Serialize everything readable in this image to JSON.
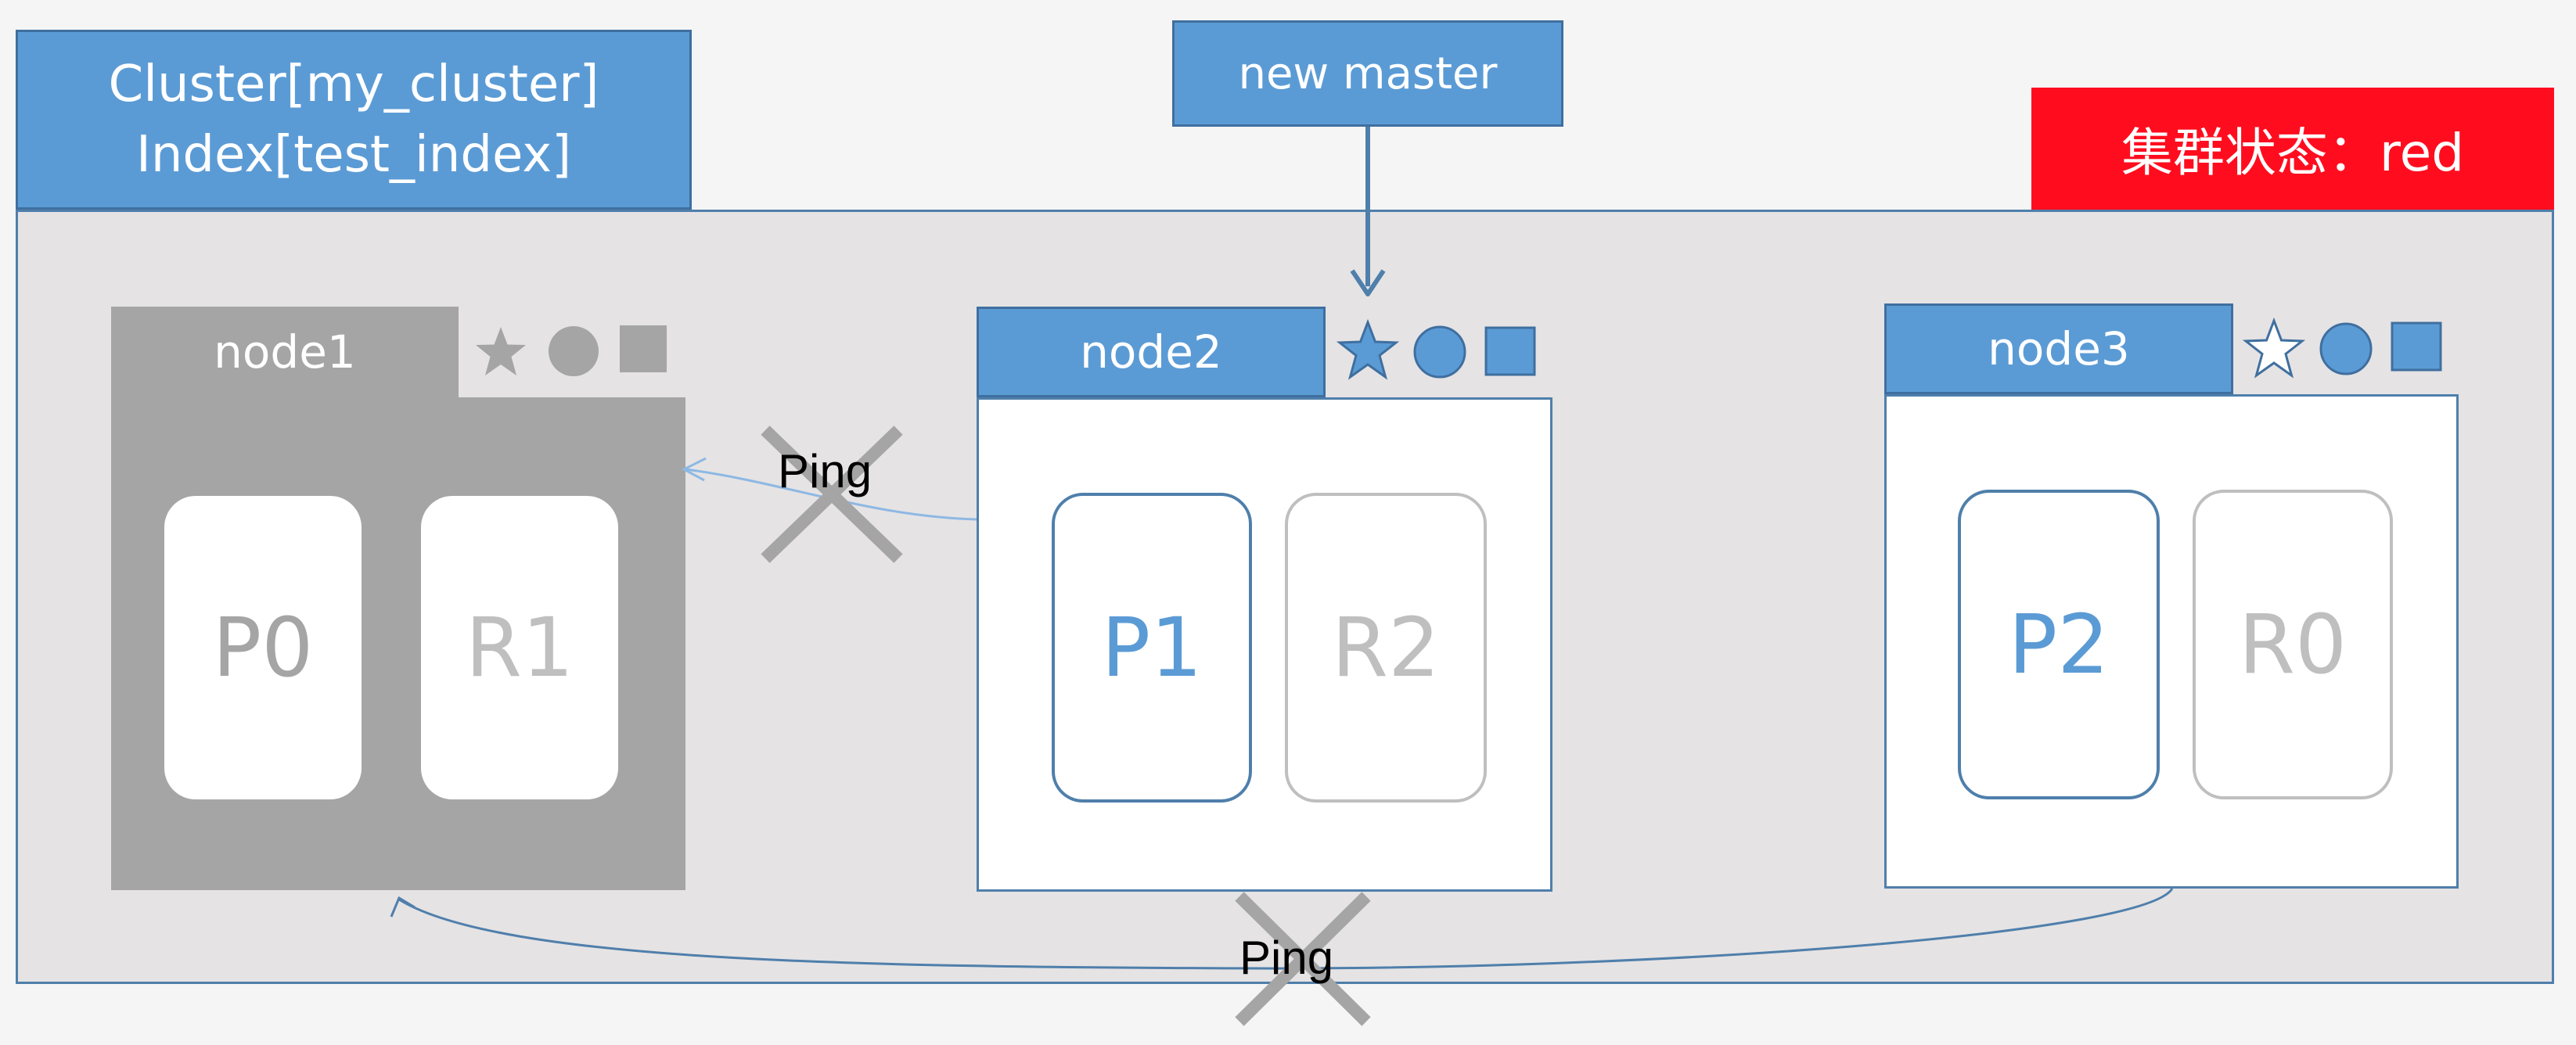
{
  "cluster": {
    "line1": "Cluster[my_cluster]",
    "line2": "Index[test_index]"
  },
  "new_master_label": "new master",
  "status": "集群状态：red",
  "nodes": [
    {
      "name": "node1",
      "state": "offline",
      "shards": [
        "P0",
        "R1"
      ]
    },
    {
      "name": "node2",
      "state": "master",
      "shards": [
        "P1",
        "R2"
      ]
    },
    {
      "name": "node3",
      "state": "data",
      "shards": [
        "P2",
        "R0"
      ]
    }
  ],
  "pings": [
    {
      "label": "Ping",
      "status": "failed"
    },
    {
      "label": "Ping",
      "status": "failed"
    }
  ],
  "colors": {
    "accent": "#5b9bd5",
    "border": "#4f7fab",
    "offline": "#a5a5a5",
    "status_red": "#ff0d1f",
    "background": "#e5e3e4",
    "cross": "#a5a5a5"
  }
}
